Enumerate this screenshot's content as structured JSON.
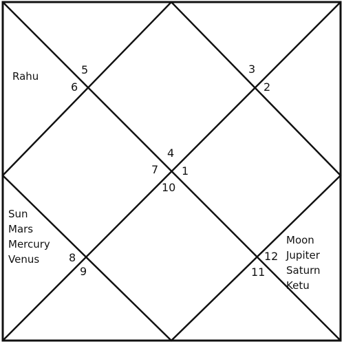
{
  "chart": {
    "line_color": "#111111",
    "background": "#ffffff",
    "house_numbers": {
      "h5": "5",
      "h6": "6",
      "h3": "3",
      "h2": "2",
      "h4": "4",
      "h7": "7",
      "h1": "1",
      "h10": "10",
      "h8": "8",
      "h9": "9",
      "h12": "12",
      "h11": "11"
    },
    "planets": {
      "rahu": [
        "Rahu"
      ],
      "left_group": [
        "Sun",
        "Mars",
        "Mercury",
        "Venus"
      ],
      "right_group": [
        "Moon",
        "Jupiter",
        "Saturn",
        "Ketu"
      ]
    }
  }
}
